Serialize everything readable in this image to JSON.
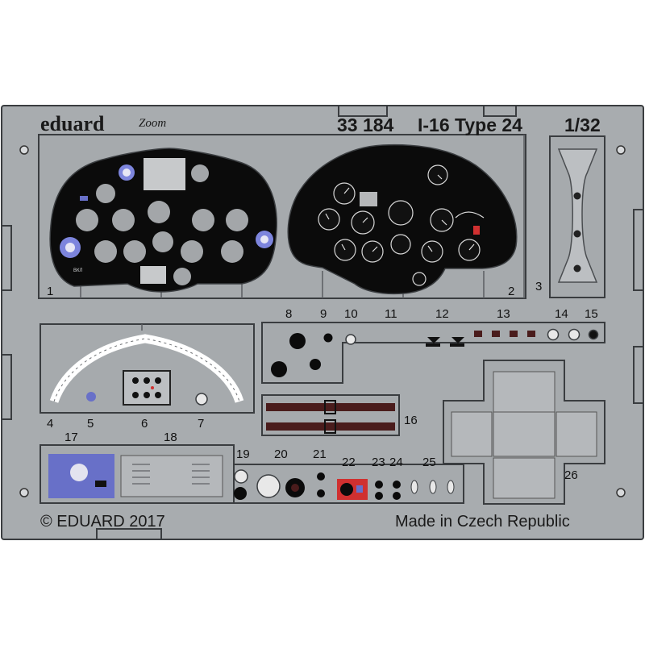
{
  "header": {
    "brand": "eduard",
    "sub_brand": "Zoom",
    "product_code": "33 184",
    "product_name": "I-16 Type 24",
    "scale": "1/32"
  },
  "footer": {
    "copyright": "© EDUARD 2017",
    "origin": "Made in Czech Republic"
  },
  "part_numbers": [
    "1",
    "2",
    "3",
    "4",
    "5",
    "6",
    "7",
    "8",
    "9",
    "10",
    "11",
    "12",
    "13",
    "14",
    "15",
    "16",
    "17",
    "18",
    "19",
    "20",
    "21",
    "22",
    "23",
    "24",
    "25",
    "26"
  ],
  "panel_1_placard": "ВКЛ",
  "colors": {
    "fret_metal": "#a8acaf",
    "fret_outline": "#3a3d40",
    "panel_black": "#0b0b0b",
    "instrument_fill": "#a3a6a9",
    "blue_printed": "#6870c8",
    "belt_maroon": "#4a1c1c",
    "red_accent": "#d03030"
  }
}
